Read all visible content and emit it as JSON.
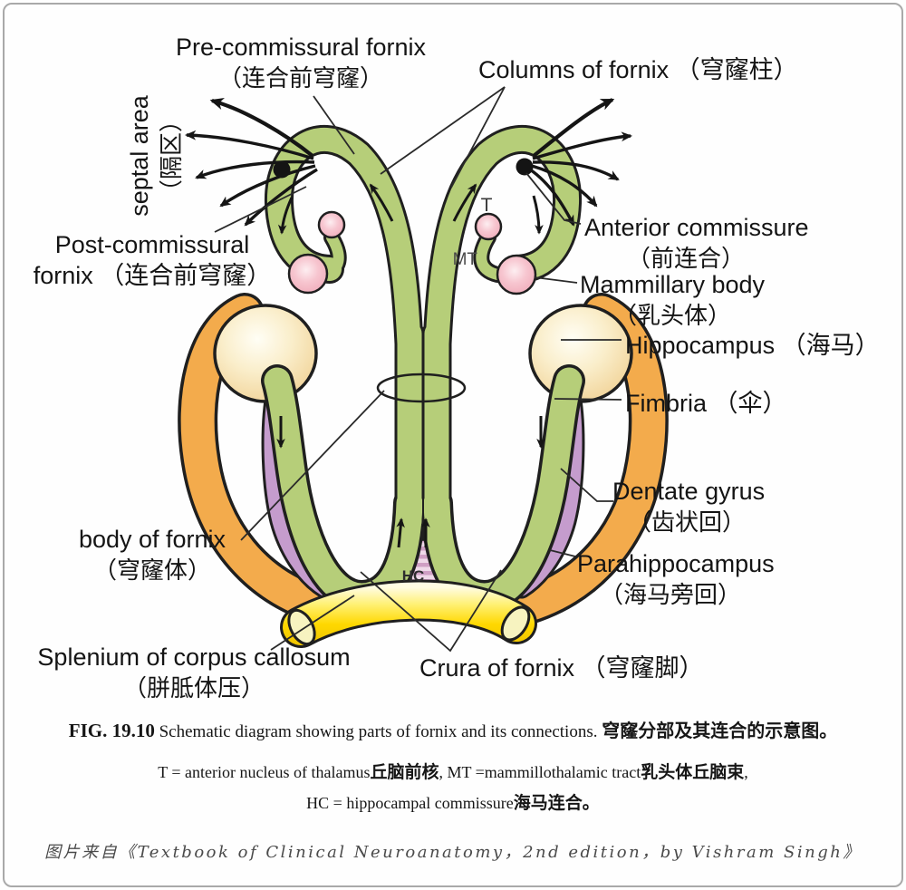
{
  "figure": {
    "type": "anatomical-schematic",
    "subject": "Fornix, parts and connections"
  },
  "colors": {
    "fornix_green": "#b6ce79",
    "outline": "#1f1f1f",
    "mammillary_pink": "#f4bac5",
    "hippocampus_cream": "#f8ecc9",
    "parahippocampus_orange": "#f3ab4c",
    "dentate_purple": "#c59ccd",
    "splenium_yellow": "#ffd800",
    "hc_stripe": "#cf9fc4"
  },
  "labels": {
    "pre_commissural": {
      "en": "Pre-commissural fornix",
      "zh": "（连合前穹窿）"
    },
    "columns": {
      "en": "Columns of fornix （穹窿柱）"
    },
    "septal": {
      "en": "septal area",
      "zh": "（隔区）"
    },
    "post_commissural": {
      "en": "Post-commissural",
      "en2": "fornix （连合前穹窿）"
    },
    "anterior_commissure": {
      "en": "Anterior commissure",
      "zh": "（前连合）"
    },
    "mammillary_body": {
      "en": "Mammillary body",
      "zh": "（乳头体）"
    },
    "hippocampus": {
      "en": "Hippocampus （海马）"
    },
    "fimbria": {
      "en": "Fimbria （伞）"
    },
    "dentate_gyrus": {
      "en": "Dentate gyrus",
      "zh": "（齿状回）"
    },
    "parahippocampus": {
      "en": "Parahippocampus",
      "zh": "（海马旁回）"
    },
    "body_of_fornix": {
      "en": "body of fornix",
      "zh": "（穹窿体）"
    },
    "splenium": {
      "en": "Splenium of corpus callosum",
      "zh": "（胼胝体压）"
    },
    "crura": {
      "en": "Crura of fornix （穹窿脚）"
    }
  },
  "diagram_letters": {
    "t": "T",
    "mt": "MT",
    "hc": "HC"
  },
  "caption": {
    "fig": "FIG. 19.10",
    "en": " Schematic diagram showing parts of fornix and its connections. ",
    "zh": "穹窿分部及其连合的示意图。",
    "abbrev_t_en": "T = anterior nucleus of thalamus",
    "abbrev_t_zh": "丘脑前核",
    "abbrev_mt_en": ", MT =mammillothalamic tract",
    "abbrev_mt_zh": "乳头体丘脑束",
    "abbrev_tail": ",",
    "abbrev_hc_en": "HC = hippocampal commissure",
    "abbrev_hc_zh": "海马连合。",
    "credit": "图片来自《Textbook of Clinical Neuroanatomy，2nd edition，by Vishram Singh》"
  }
}
